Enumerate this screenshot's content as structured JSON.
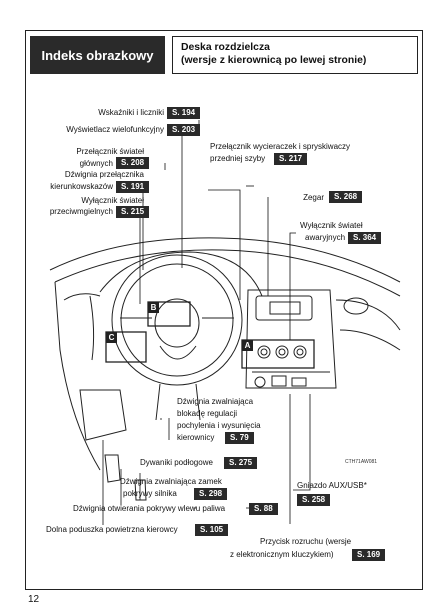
{
  "header": {
    "section_tab": "Indeks obrazkowy",
    "title_line1": "Deska rozdzielcza",
    "title_line2": "(wersje z kierownicą po lewej stronie)"
  },
  "callouts": {
    "gauges": {
      "label": "Wskaźniki i liczniki",
      "ref": "S. 194"
    },
    "mfd": {
      "label": "Wyświetlacz wielofunkcyjny",
      "ref": "S. 203"
    },
    "headlight_switch": {
      "line1": "Przełącznik świateł",
      "line2": "głównych",
      "ref": "S. 208"
    },
    "turn_lever": {
      "line1": "Dźwignia przełącznika",
      "line2": "kierunkowskazów",
      "ref": "S. 191"
    },
    "fog_switch": {
      "line1": "Wyłącznik świateł",
      "line2": "przeciwmgielnych",
      "ref": "S. 215"
    },
    "wiper_switch": {
      "line1": "Przełącznik wycieraczek i spryskiwaczy",
      "line2": "przedniej szyby",
      "ref": "S. 217"
    },
    "clock": {
      "label": "Zegar",
      "ref": "S. 268"
    },
    "hazard_switch": {
      "line1": "Wyłącznik świateł",
      "line2": "awaryjnych",
      "ref": "S. 364"
    },
    "tilt_lever": {
      "line1": "Dźwignia zwalniająca",
      "line2": "blokadę regulacji",
      "line3": "pochylenia i wysunięcia",
      "line4": "kierownicy",
      "ref": "S. 79"
    },
    "pedals": {
      "label": "Dywaniki podłogowe",
      "ref": "S. 275"
    },
    "hood_release": {
      "line1": "Dźwignia zwalniająca zamek",
      "line2": "pokrywy silnika",
      "ref": "S. 298"
    },
    "fuel_door": {
      "label": "Dźwignia otwierania pokrywy wlewu paliwa",
      "ref": "S. 88"
    },
    "knee_airbag": {
      "label": "Dolna poduszka powietrzna kierowcy",
      "ref": "S. 105"
    },
    "aux_usb": {
      "line1": "Gniazdo AUX/USB*",
      "ref": "S. 258"
    },
    "start_button": {
      "line1": "Przycisk rozruchu (wersje",
      "line2": "z elektronicznym kluczykiem)",
      "ref": "S. 169"
    }
  },
  "markers": {
    "a": "A",
    "b": "B",
    "c": "C"
  },
  "image_code": "CTH71AW081",
  "footer": {
    "page_number": "12"
  }
}
